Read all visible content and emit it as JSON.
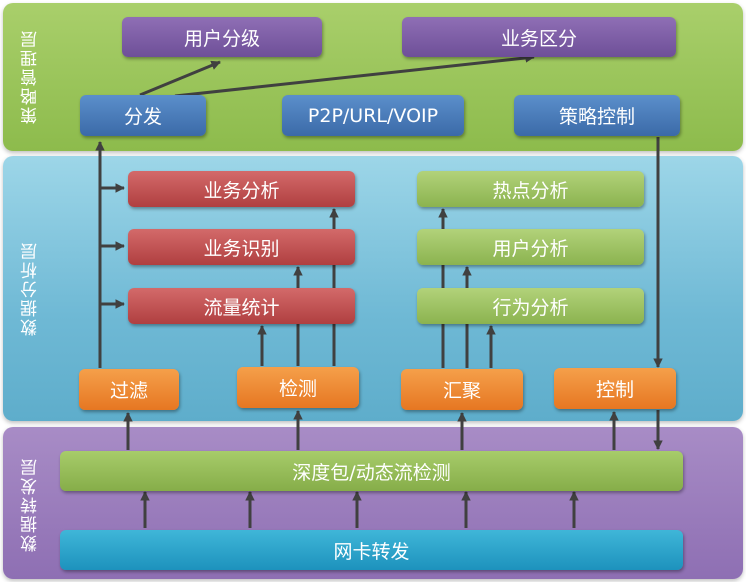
{
  "layers": {
    "strategy": "策略管理层",
    "analysis": "数据分析层",
    "forwarding": "数据转发层"
  },
  "strategy": {
    "user_grading": "用户分级",
    "service_zone": "业务区分",
    "distribute": "分发",
    "p2p": "P2P/URL/VOIP",
    "policy_control": "策略控制"
  },
  "analysis": {
    "service_analysis": "业务分析",
    "service_identify": "业务识别",
    "traffic_stats": "流量统计",
    "hotspot_analysis": "热点分析",
    "user_analysis": "用户分析",
    "behavior_analysis": "行为分析",
    "filter": "过滤",
    "detect": "检测",
    "aggregate": "汇聚",
    "control": "控制"
  },
  "forwarding": {
    "dpi": "深度包/动态流检测",
    "nic_forward": "网卡转发"
  },
  "colors": {
    "strategy_layer": "#8dbb4c",
    "analysis_layer": "#6fb9d5",
    "forward_layer": "#8e6fb3",
    "arrow": "#404040"
  }
}
